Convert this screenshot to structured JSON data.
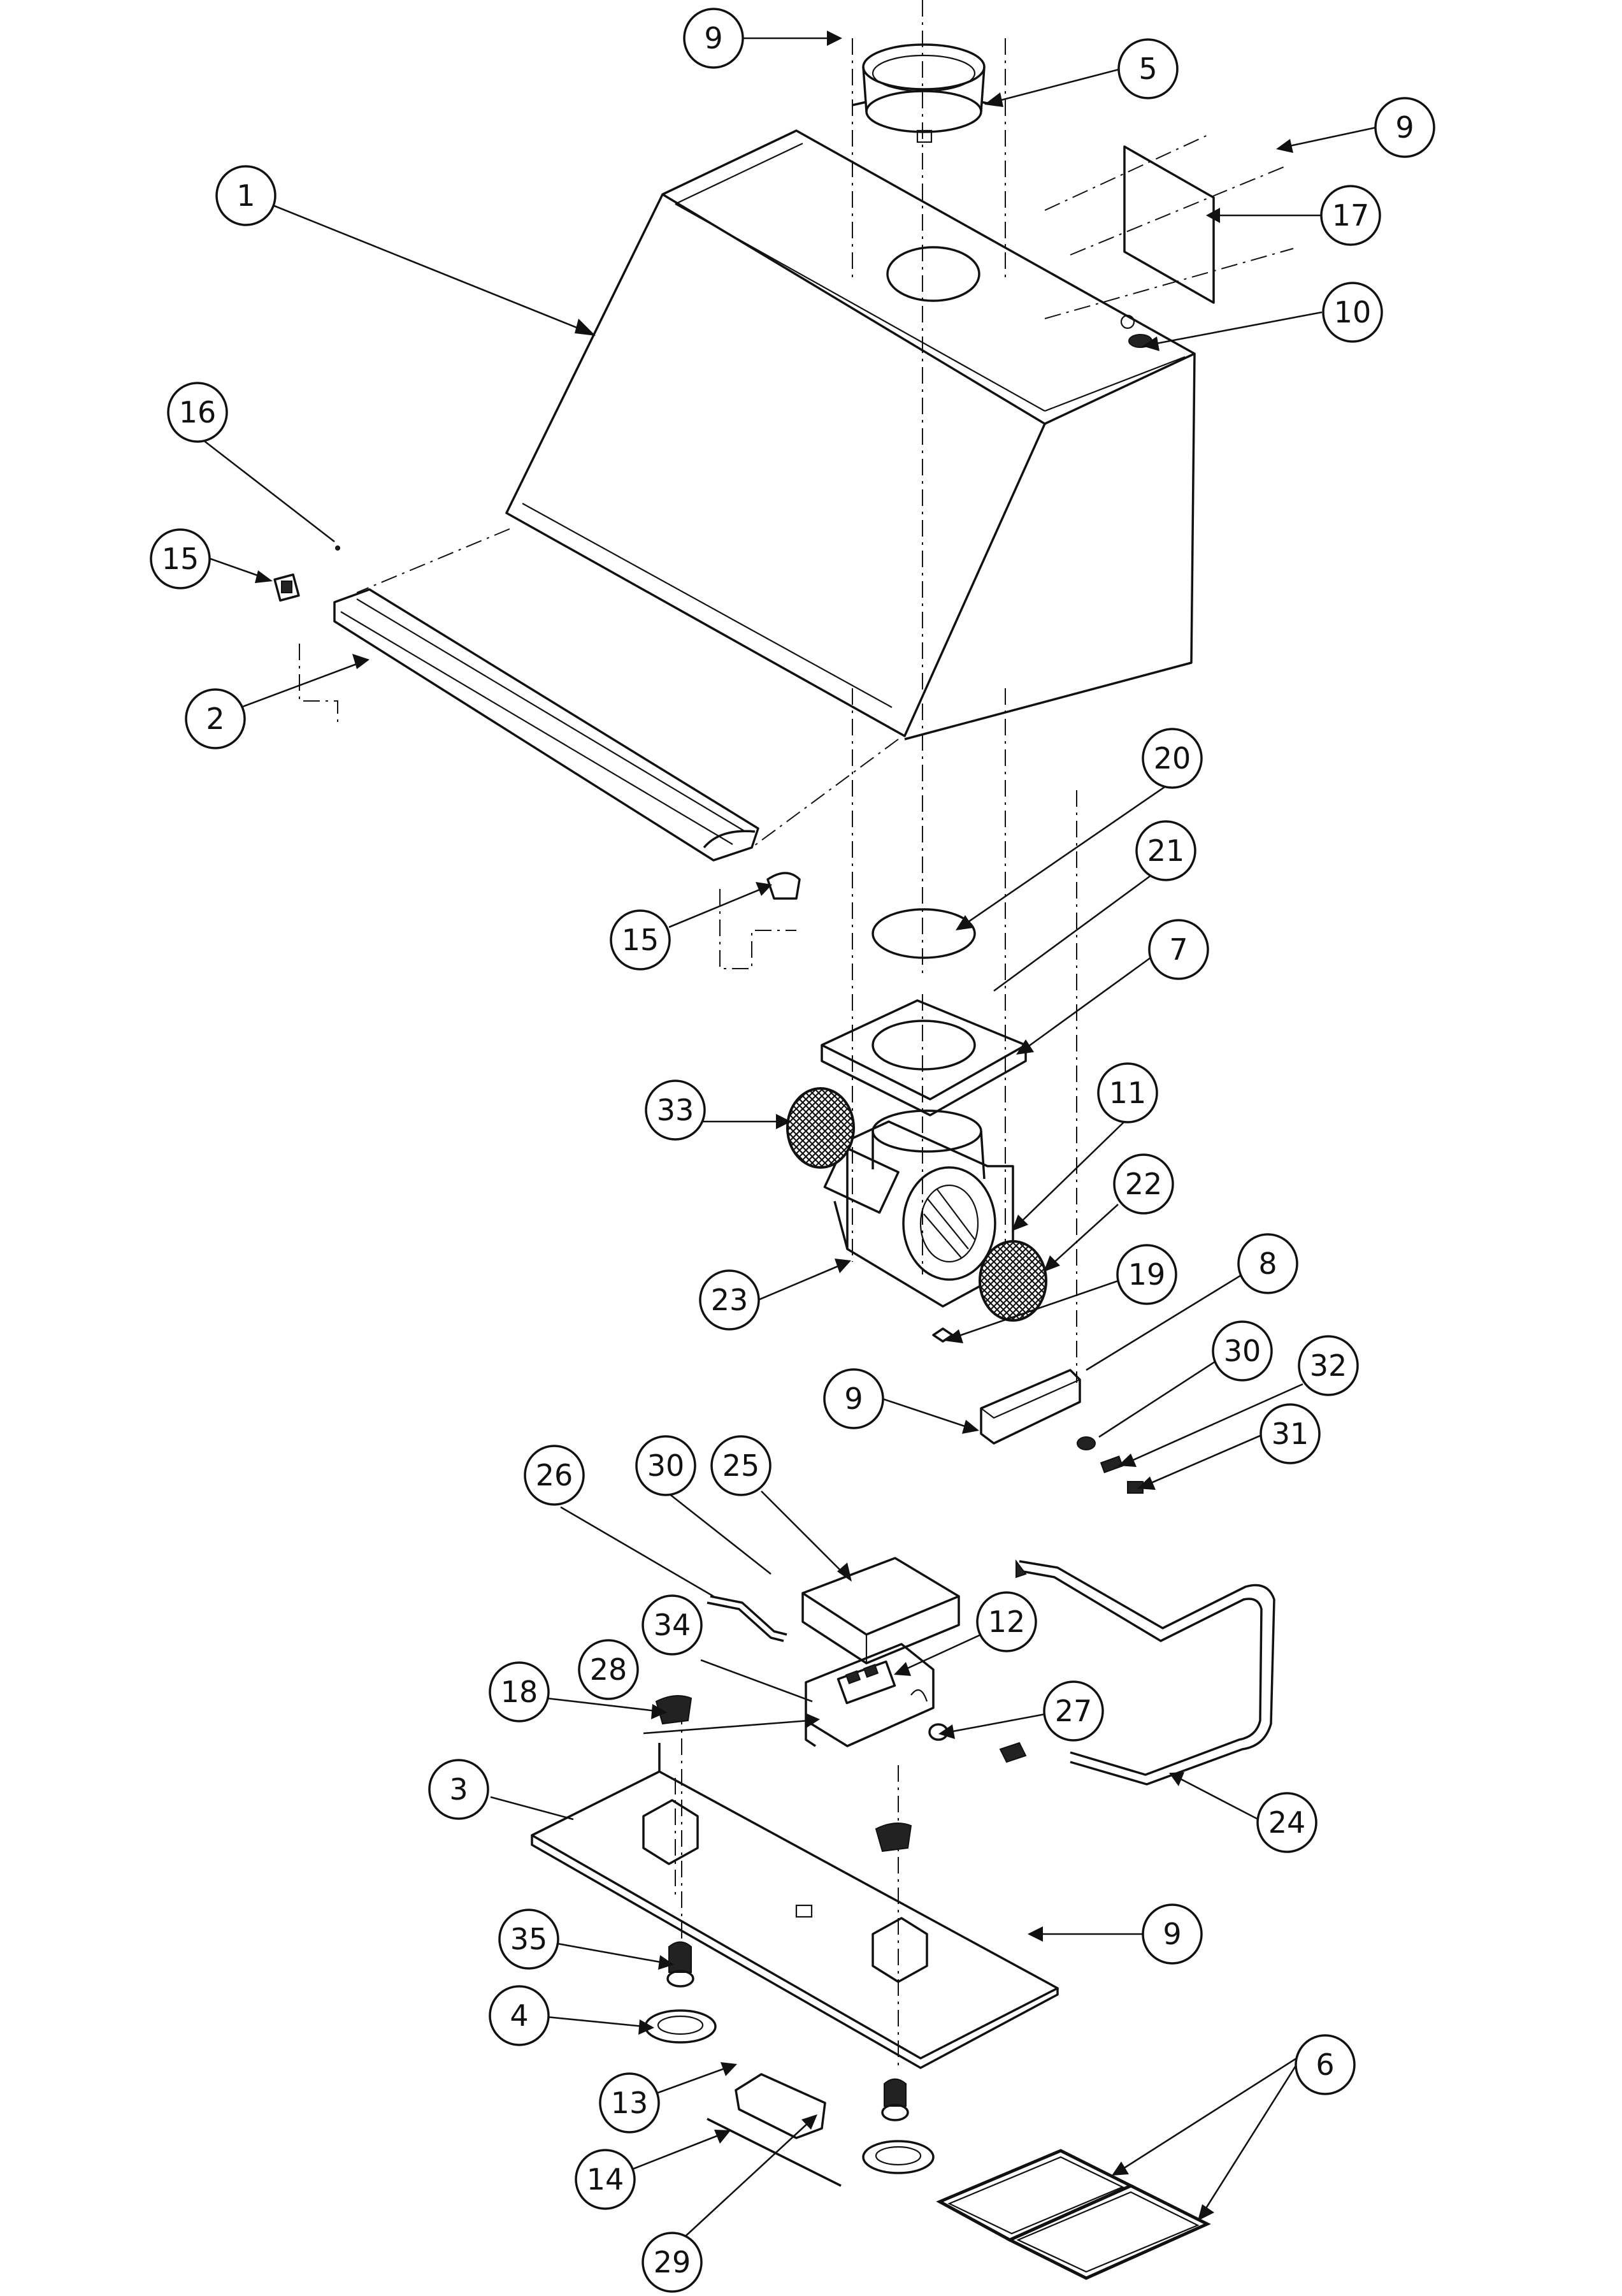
{
  "diagram": {
    "callouts": [
      {
        "id": "c1",
        "label": "1"
      },
      {
        "id": "c2",
        "label": "2"
      },
      {
        "id": "c3",
        "label": "3"
      },
      {
        "id": "c4",
        "label": "4"
      },
      {
        "id": "c5",
        "label": "5"
      },
      {
        "id": "c6",
        "label": "6"
      },
      {
        "id": "c7",
        "label": "7"
      },
      {
        "id": "c8",
        "label": "8"
      },
      {
        "id": "c9a",
        "label": "9"
      },
      {
        "id": "c9b",
        "label": "9"
      },
      {
        "id": "c9c",
        "label": "9"
      },
      {
        "id": "c9d",
        "label": "9"
      },
      {
        "id": "c10",
        "label": "10"
      },
      {
        "id": "c11",
        "label": "11"
      },
      {
        "id": "c12",
        "label": "12"
      },
      {
        "id": "c13",
        "label": "13"
      },
      {
        "id": "c14",
        "label": "14"
      },
      {
        "id": "c15a",
        "label": "15"
      },
      {
        "id": "c15b",
        "label": "15"
      },
      {
        "id": "c16",
        "label": "16"
      },
      {
        "id": "c17",
        "label": "17"
      },
      {
        "id": "c18",
        "label": "18"
      },
      {
        "id": "c19",
        "label": "19"
      },
      {
        "id": "c20",
        "label": "20"
      },
      {
        "id": "c21",
        "label": "21"
      },
      {
        "id": "c22",
        "label": "22"
      },
      {
        "id": "c23",
        "label": "23"
      },
      {
        "id": "c24",
        "label": "24"
      },
      {
        "id": "c25",
        "label": "25"
      },
      {
        "id": "c26",
        "label": "26"
      },
      {
        "id": "c27",
        "label": "27"
      },
      {
        "id": "c28",
        "label": "28"
      },
      {
        "id": "c29",
        "label": "29"
      },
      {
        "id": "c30a",
        "label": "30"
      },
      {
        "id": "c30b",
        "label": "30"
      },
      {
        "id": "c31",
        "label": "31"
      },
      {
        "id": "c32",
        "label": "32"
      },
      {
        "id": "c33",
        "label": "33"
      },
      {
        "id": "c34",
        "label": "34"
      },
      {
        "id": "c35",
        "label": "35"
      }
    ]
  }
}
